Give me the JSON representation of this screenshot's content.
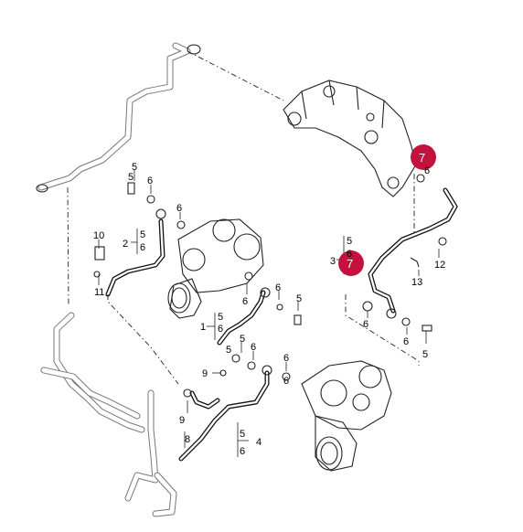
{
  "callouts": {
    "c1": "1",
    "c2": "2",
    "c3": "3",
    "c4": "4",
    "c5a": "5",
    "c5b": "5",
    "c5c": "5",
    "c5d": "5",
    "c5e": "5",
    "c5f": "5",
    "c5g": "5",
    "c5h": "5",
    "c5i": "5",
    "c5j": "5",
    "c6a": "6",
    "c6b": "6",
    "c6c": "6",
    "c6d": "6",
    "c6e": "6",
    "c6f": "6",
    "c6g": "6",
    "c6h": "6",
    "c6i": "6",
    "c6j": "6",
    "c6k": "6",
    "c6l": "6",
    "c6m": "6",
    "c6n": "6",
    "c7a": "7",
    "c7b": "7",
    "c8": "8",
    "c9a": "9",
    "c9b": "9",
    "c10": "10",
    "c11": "11",
    "c12": "12",
    "c13": "13"
  },
  "highlight_color": "#c4123e"
}
